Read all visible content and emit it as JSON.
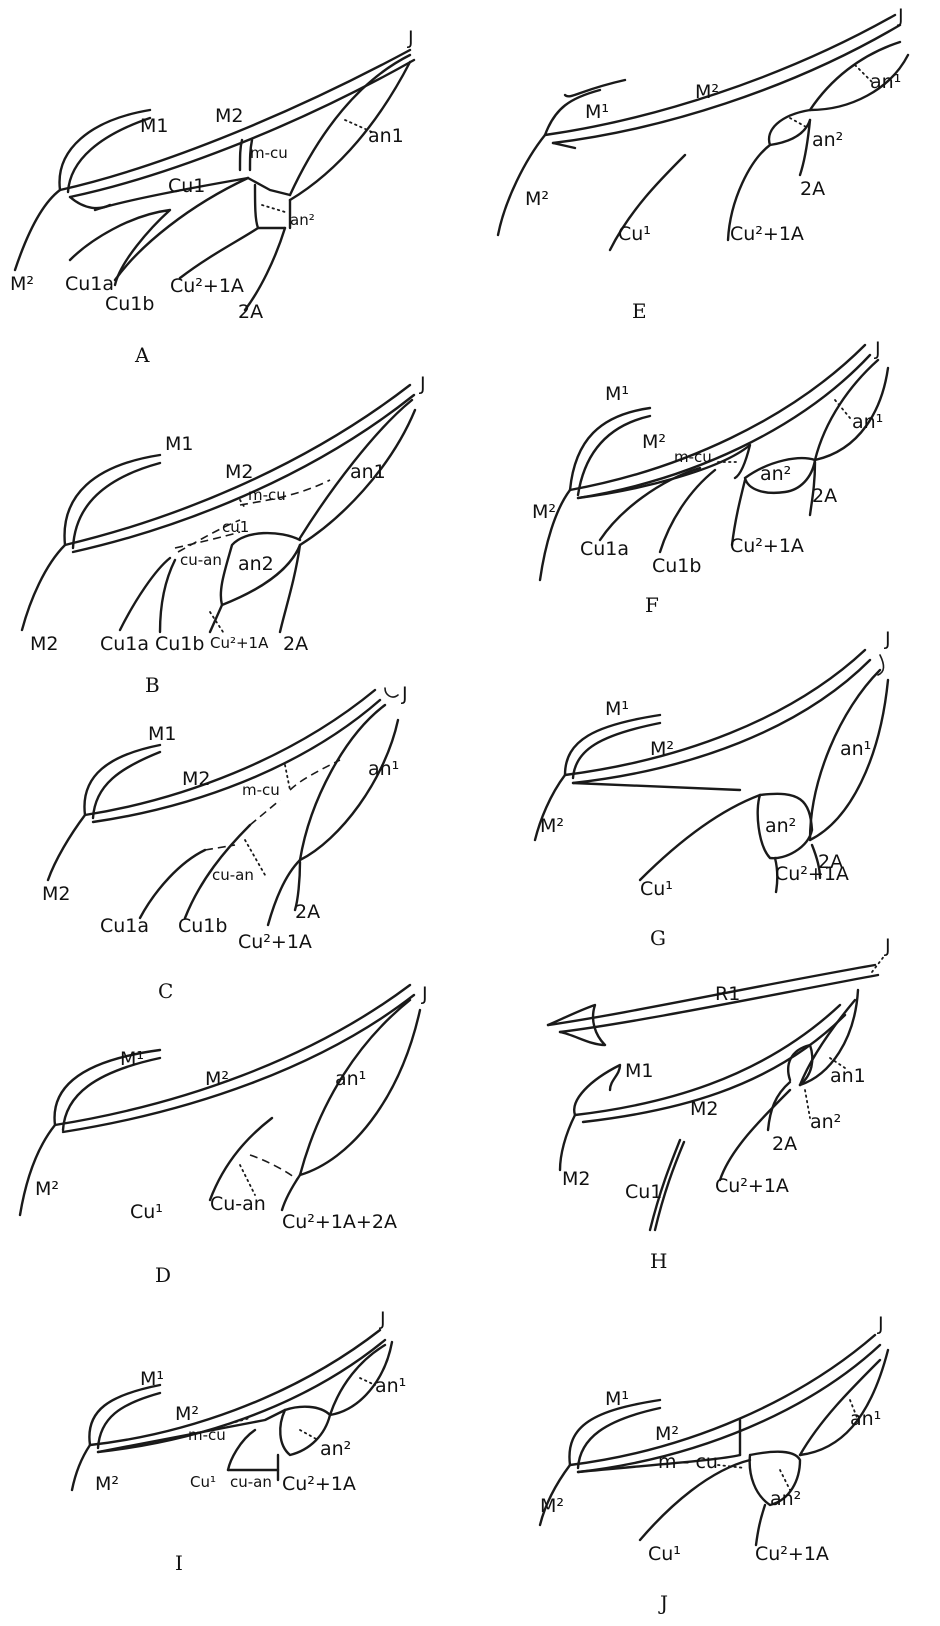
{
  "panels": {
    "A": {
      "caption": "A",
      "labels": {
        "J": "J",
        "M1": "M1",
        "M2": "M2",
        "mcu": "m-cu",
        "an1": "an1",
        "Cu1": "Cu1",
        "an2": "an²",
        "M2b": "M²",
        "Cu1a": "Cu1a",
        "Cu1b": "Cu1b",
        "Cu2": "Cu²+1A",
        "A2": "2A"
      }
    },
    "B": {
      "caption": "B",
      "labels": {
        "J": "J",
        "M1": "M1",
        "M2": "M2",
        "mcu": "m-cu",
        "an1": "an1",
        "cu1": "cu1",
        "cuan": "cu-an",
        "an2": "an2",
        "M2b": "M2",
        "Cu1a": "Cu1a",
        "Cu1b": "Cu1b",
        "Cu2": "Cu²+1A",
        "A2": "2A"
      }
    },
    "C": {
      "caption": "C",
      "labels": {
        "J": "J",
        "M1": "M1",
        "M2": "M2",
        "mcu": "m-cu",
        "an1": "an¹",
        "cuan": "cu-an",
        "M2b": "M2",
        "Cu1a": "Cu1a",
        "Cu1b": "Cu1b",
        "A2": "2A",
        "Cu2": "Cu²+1A"
      }
    },
    "D": {
      "caption": "D",
      "labels": {
        "J": "J",
        "M1": "M¹",
        "M2": "M²",
        "an1": "an¹",
        "M2b": "M²",
        "Cu1": "Cu¹",
        "cuan": "Cu-an",
        "Cu2": "Cu²+1A+2A"
      }
    },
    "E": {
      "caption": "E",
      "labels": {
        "J": "J",
        "M1": "M¹",
        "M2": "M²",
        "an1": "an¹",
        "an2": "an²",
        "A2": "2A",
        "M2b": "M²",
        "Cu1": "Cu¹",
        "Cu2": "Cu²+1A"
      }
    },
    "F": {
      "caption": "F",
      "labels": {
        "J": "J",
        "M1": "M¹",
        "M2": "M²",
        "an1": "an¹",
        "mcu": "m-cu",
        "an2": "an²",
        "M2b": "M²",
        "A2": "2A",
        "Cu1a": "Cu1a",
        "Cu1b": "Cu1b",
        "Cu2": "Cu²+1A"
      }
    },
    "G": {
      "caption": "G",
      "labels": {
        "J": "J",
        "M1": "M¹",
        "M2": "M²",
        "an1": "an¹",
        "an2": "an²",
        "M2b": "M²",
        "A2": "2A",
        "Cu1": "Cu¹",
        "Cu2": "Cu²+1A"
      }
    },
    "H": {
      "caption": "H",
      "labels": {
        "J": "J",
        "R1": "R1",
        "M1": "M1",
        "M2": "M2",
        "an1": "an1",
        "an2": "an²",
        "A2": "2A",
        "M2b": "M2",
        "Cu1": "Cu1",
        "Cu2": "Cu²+1A"
      }
    },
    "I": {
      "caption": "I",
      "labels": {
        "J": "J",
        "M1": "M¹",
        "an1": "an¹",
        "M2": "M²",
        "mcu": "m-cu",
        "an2": "an²",
        "M2b": "M²",
        "Cu1": "Cu¹",
        "cuan": "cu-an",
        "Cu2": "Cu²+1A"
      }
    },
    "J": {
      "caption": "J",
      "labels": {
        "J": "J",
        "M1": "M¹",
        "M2": "M²",
        "an1": "an¹",
        "mcu": "m - cu",
        "an2": "an²",
        "M2b": "M²",
        "Cu1": "Cu¹",
        "Cu2": "Cu²+1A"
      }
    }
  }
}
